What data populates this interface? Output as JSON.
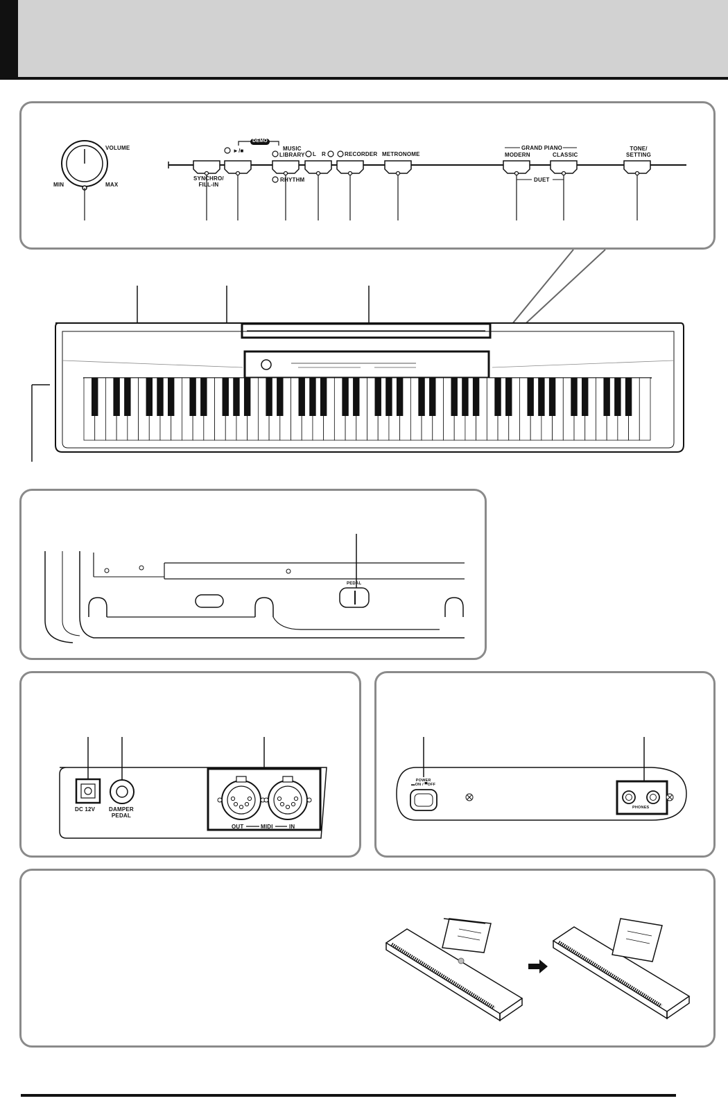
{
  "control_panel": {
    "volume_label": "VOLUME",
    "min_label": "MIN",
    "max_label": "MAX",
    "demo_label": "DEMO",
    "synchro_label": "SYNCHRO/\nFILL-IN",
    "play_stop_label": "►/■",
    "music_library_label": "MUSIC\nLIBRARY",
    "rhythm_label": "RHYTHM",
    "l_label": "L",
    "r_label": "R",
    "recorder_label": "RECORDER",
    "metronome_label": "METRONOME",
    "grand_piano_label": "GRAND PIANO",
    "modern_label": "MODERN",
    "classic_label": "CLASSIC",
    "duet_label": "DUET",
    "tone_setting_label": "TONE/\nSETTING"
  },
  "bottom_view": {
    "pedal_label": "PEDAL"
  },
  "back_panel": {
    "dc_label": "DC 12V",
    "damper_label": "DAMPER\nPEDAL",
    "out_label": "OUT",
    "midi_label": "MIDI",
    "in_label": "IN"
  },
  "side_panel": {
    "power_label": "POWER\n▬ON / ▀OFF",
    "phones_label": "PHONES"
  }
}
